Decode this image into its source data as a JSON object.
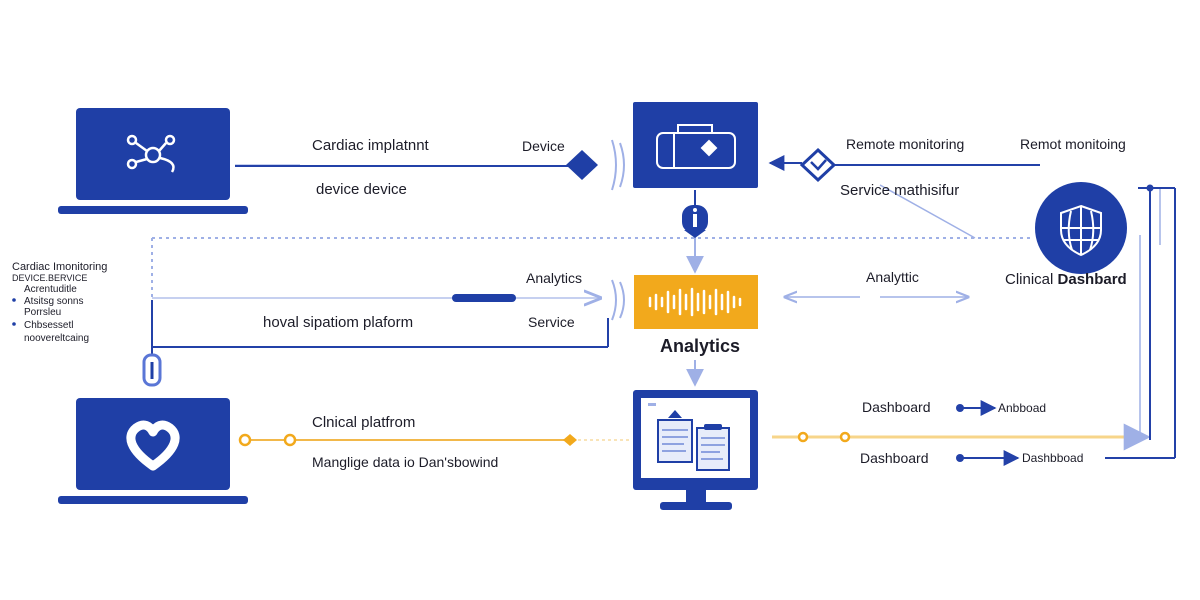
{
  "colors": {
    "primary": "#1f3fa6",
    "accent_yellow": "#f2a91c",
    "line_blue": "#2341a8",
    "line_light": "#9fb0e6",
    "line_yellow": "#f2b84a",
    "text": "#1c1c28"
  },
  "nodes": {
    "laptop_top": {
      "icon": "network-nodes-icon"
    },
    "laptop_bottom": {
      "icon": "heart-icon"
    },
    "device_box": {
      "icon": "medical-case-icon"
    },
    "analytics_box": {
      "icon": "waveform-icon",
      "caption": "Analytics"
    },
    "monitor": {
      "icon": "document-clipboard-icon"
    },
    "shield": {
      "icon": "shield-globe-icon"
    }
  },
  "labels": {
    "cardiac_implant": "Cardiac implatnnt",
    "device_device": "device device",
    "device": "Device",
    "remote_monitoring": "Remote monitoring",
    "remot_monitoing": "Remot monitoing",
    "service_mathisifur": "Service mathisifur",
    "clinical_dashbard_prefix": "Clinical ",
    "clinical_dashbard_bold": "Dashbard",
    "analytics_left": "Analytics",
    "service": "Service",
    "hoval_platform": "hoval sipatiom plaform",
    "analyttic": "Analyttic",
    "clinical_platform": "Clnical platfrom",
    "manage_data": "Manglige data io Dan'sbowind",
    "dashboard_1": "Dashboard",
    "anbboad": "Anbboad",
    "dashboard_2": "Dashboard",
    "dashbboad": "Dashbboad"
  },
  "side_panel": {
    "title": "Cardiac Imonitoring",
    "subtitle": "DEVICE.BERVICE",
    "lines": [
      "Acrentuditle",
      "Atsitsg sonns",
      "Porrsleu",
      "Chbsessetl",
      "noovereltcaing"
    ]
  }
}
